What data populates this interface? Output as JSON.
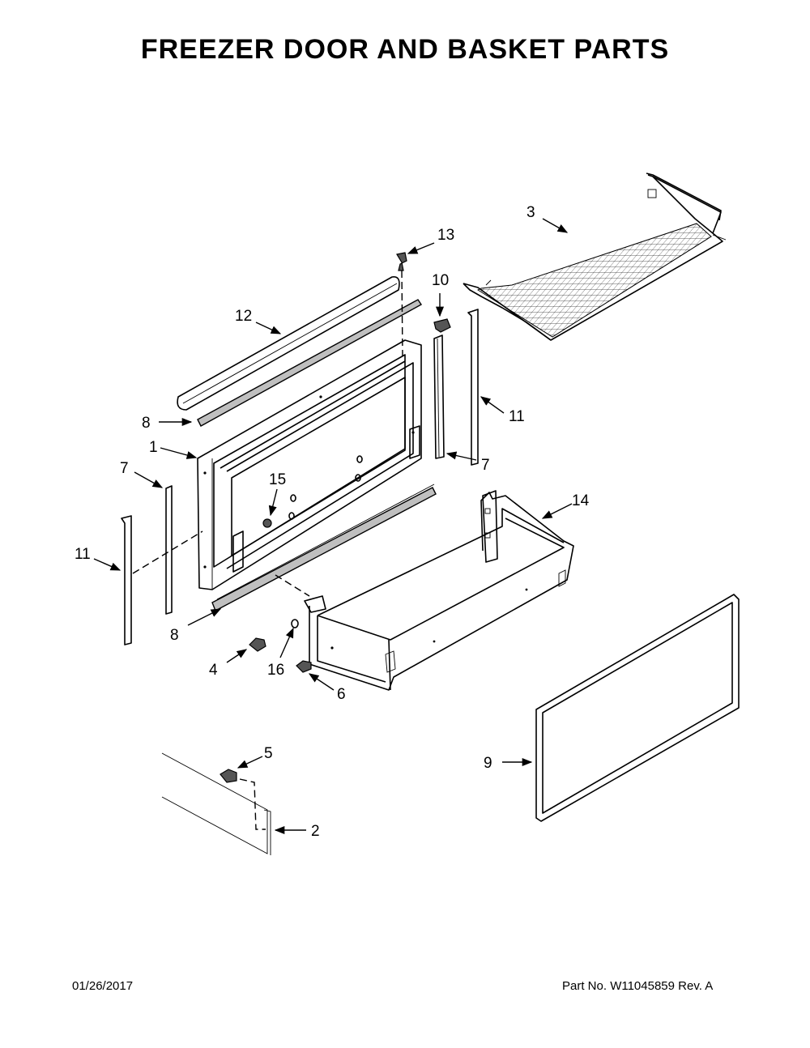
{
  "title": "FREEZER DOOR AND BASKET PARTS",
  "footer": {
    "date": "01/26/2017",
    "part_label": "Part No.",
    "part_number": "W11045859",
    "rev": "Rev. A"
  },
  "callouts": {
    "c1": "1",
    "c2": "2",
    "c3": "3",
    "c4": "4",
    "c5": "5",
    "c6": "6",
    "c7a": "7",
    "c7b": "7",
    "c8a": "8",
    "c8b": "8",
    "c9": "9",
    "c10": "10",
    "c11a": "11",
    "c11b": "11",
    "c12": "12",
    "c13": "13",
    "c14": "14",
    "c15": "15",
    "c16": "16"
  }
}
